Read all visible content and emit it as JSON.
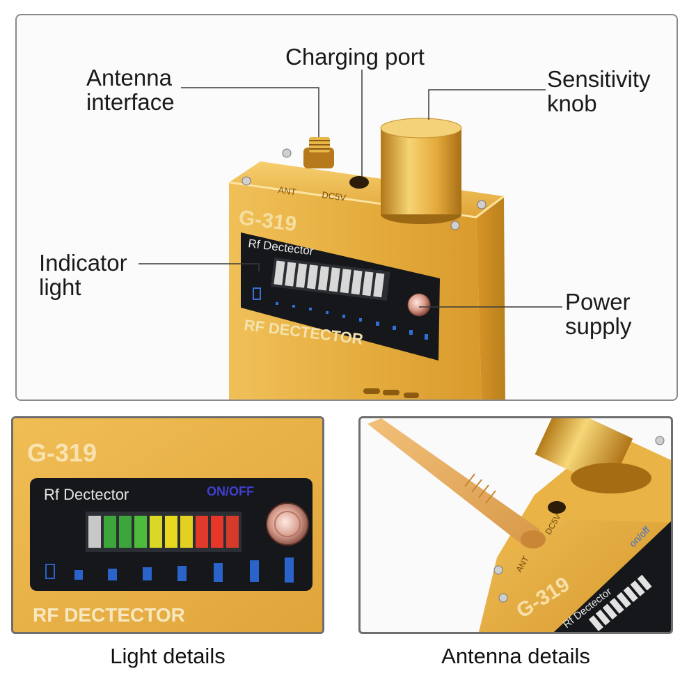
{
  "callouts": {
    "antenna_line1": "Antenna",
    "antenna_line2": "interface",
    "charging": "Charging port",
    "sensitivity_line1": "Sensitivity",
    "sensitivity_line2": "knob",
    "indicator_line1": "Indicator",
    "indicator_line2": "light",
    "power_line1": "Power",
    "power_line2": "supply"
  },
  "device": {
    "model": "G-319",
    "panel_title": "Rf Dectector",
    "switch_label": "on/off",
    "switch_label_upper": "ON/OFF",
    "bottom_label": "RF DECTECTOR",
    "port_ant": "ANT",
    "port_dc": "DC5V"
  },
  "led_bar": {
    "segments": [
      "#c8c8c8",
      "#3da63a",
      "#3da63a",
      "#4dbb3c",
      "#d9d826",
      "#e8d81e",
      "#e3d122",
      "#e03a2a",
      "#e8372a",
      "#d63a2a"
    ]
  },
  "captions": {
    "left": "Light details",
    "right": "Antenna details"
  },
  "colors": {
    "gold": "#e1ab3c",
    "gold_dark": "#b8801f",
    "panel_black": "#15171a",
    "dot_blue": "#2a63c9"
  }
}
